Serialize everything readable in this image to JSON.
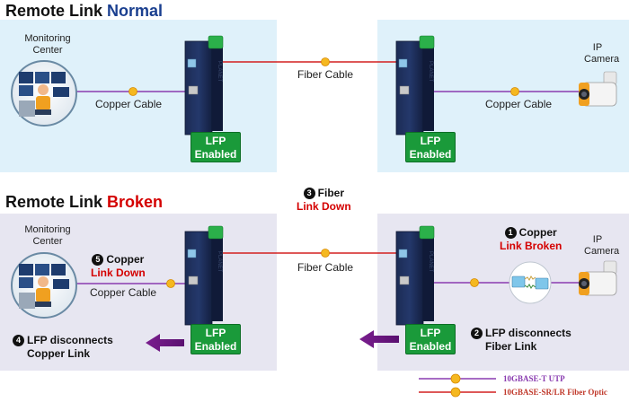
{
  "normal": {
    "title_prefix": "Remote Link",
    "title_status": "Normal",
    "monitoring_label": "Monitoring\nCenter",
    "copper_left": "Copper Cable",
    "fiber": "Fiber Cable",
    "copper_right": "Copper Cable",
    "camera_label": "IP\nCamera",
    "lfp_line1": "LFP",
    "lfp_line2": "Enabled"
  },
  "broken": {
    "title_prefix": "Remote Link",
    "title_status": "Broken",
    "monitoring_label": "Monitoring\nCenter",
    "copper_left": "Copper Cable",
    "fiber": "Fiber Cable",
    "camera_label": "IP\nCamera",
    "lfp_line1": "LFP",
    "lfp_line2": "Enabled",
    "step3_num": "3",
    "step3_line1": "Fiber",
    "step3_line2": "Link Down",
    "step1_num": "1",
    "step1_line1": "Copper",
    "step1_line2": "Link Broken",
    "step5_num": "5",
    "step5_line1": "Copper",
    "step5_line2": "Link Down",
    "step2_num": "2",
    "step2_line1": "LFP disconnects",
    "step2_line2": "Fiber Link",
    "step4_num": "4",
    "step4_line1": "LFP disconnects",
    "step4_line2": "Copper Link"
  },
  "legend": {
    "utp": "10GBASE-T UTP",
    "fiber": "10GBASE-SR/LR Fiber Optic"
  },
  "colors": {
    "normal_accent": "#1a3f8f",
    "broken_accent": "#d40000",
    "panel_normal": "#dff1fa",
    "panel_broken": "#e7e6f1",
    "copper_line": "#8a3cb0",
    "fiber_line": "#d42020",
    "lfp_green": "#1a9a3a"
  }
}
